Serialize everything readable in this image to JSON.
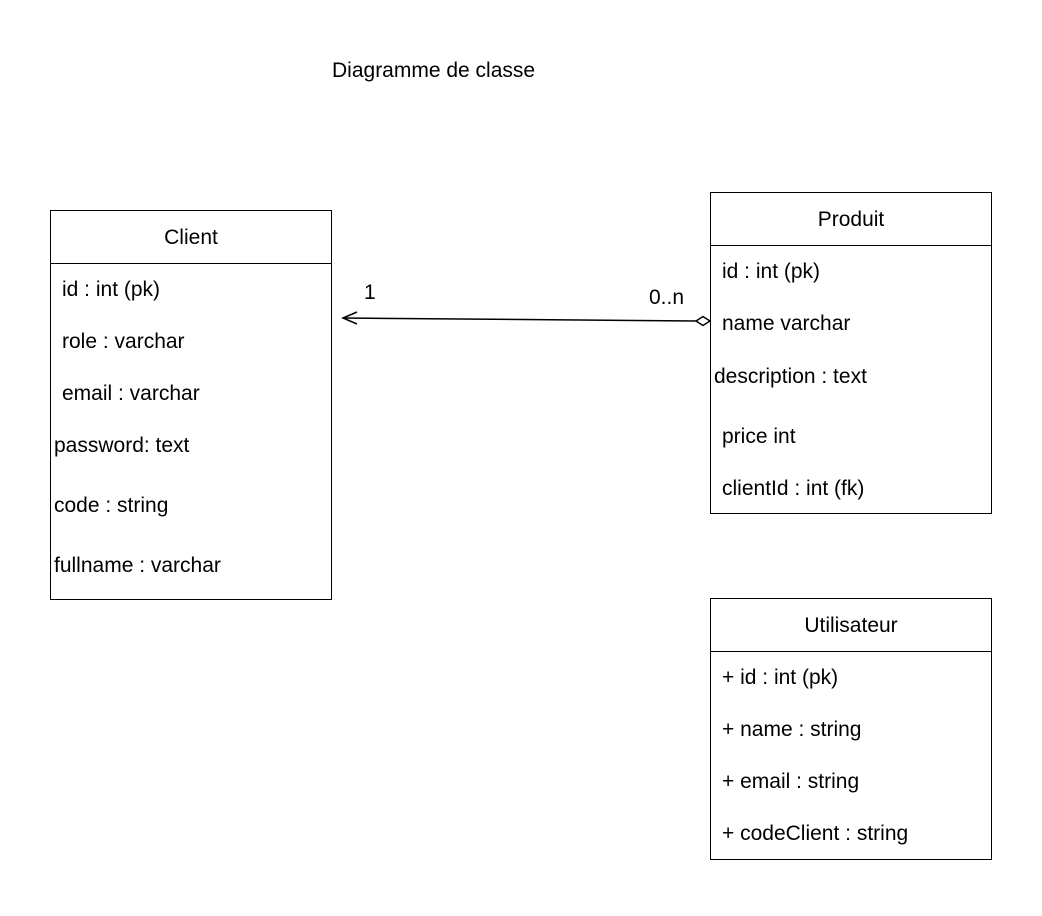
{
  "diagram": {
    "title": "Diagramme de classe",
    "classes": {
      "client": {
        "name": "Client",
        "attributes": [
          "id : int (pk)",
          "role : varchar",
          "email : varchar",
          "password: text",
          "code : string",
          "fullname : varchar"
        ]
      },
      "produit": {
        "name": "Produit",
        "attributes": [
          "id : int (pk)",
          "name varchar",
          "description : text",
          "price int",
          "clientId : int (fk)"
        ]
      },
      "utilisateur": {
        "name": "Utilisateur",
        "attributes": [
          "+ id : int (pk)",
          "+ name : string",
          "+ email : string",
          "+ codeClient : string"
        ]
      }
    },
    "association": {
      "from": "Produit",
      "to": "Client",
      "source_multiplicity": "0..n",
      "target_multiplicity": "1",
      "source_end": "aggregation-diamond",
      "target_end": "open-arrow"
    }
  }
}
